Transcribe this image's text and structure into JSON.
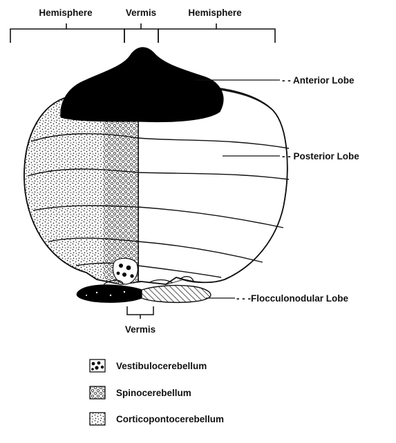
{
  "top_labels": {
    "left": "Hemisphere",
    "center": "Vermis",
    "right": "Hemisphere"
  },
  "lobe_labels": {
    "anterior": "- - Anterior Lobe",
    "posterior": "- - Posterior Lobe",
    "flocculonodular": "- - -Flocculonodular Lobe"
  },
  "bottom_label": "Vermis",
  "legend": [
    {
      "pattern": "dense-black-dots",
      "label": "Vestibulocerebellum"
    },
    {
      "pattern": "open-circles",
      "label": "Spinocerebellum"
    },
    {
      "pattern": "fine-stipple",
      "label": "Corticopontocerebellum"
    }
  ]
}
